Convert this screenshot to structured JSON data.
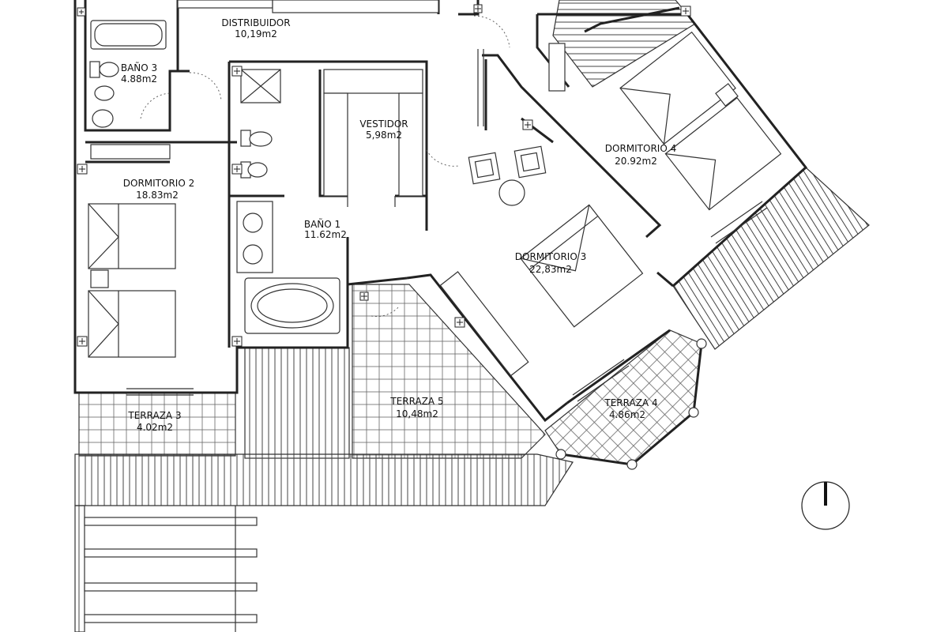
{
  "colors": {
    "line": "#222222",
    "background": "#ffffff"
  },
  "rooms": {
    "distribuidor": {
      "name": "DISTRIBUIDOR",
      "area": "10,19m2"
    },
    "bano3": {
      "name": "BAÑO 3",
      "area": "4.88m2"
    },
    "vestidor": {
      "name": "VESTIDOR",
      "area": "5,98m2"
    },
    "dormitorio4": {
      "name": "DORMITORIO 4",
      "area": "20.92m2"
    },
    "dormitorio2": {
      "name": "DORMITORIO 2",
      "area": "18.83m2"
    },
    "bano1": {
      "name": "BAÑO 1",
      "area": "11.62m2"
    },
    "dormitorio3": {
      "name": "DORMITORIO 3",
      "area": "22,83m2"
    },
    "terraza5": {
      "name": "TERRAZA 5",
      "area": "10,48m2"
    },
    "terraza4": {
      "name": "TERRAZA 4",
      "area": "4.86m2"
    },
    "terraza3": {
      "name": "TERRAZA 3",
      "area": "4.02m2"
    }
  },
  "symbols": {
    "north": "north-arrow-icon"
  }
}
